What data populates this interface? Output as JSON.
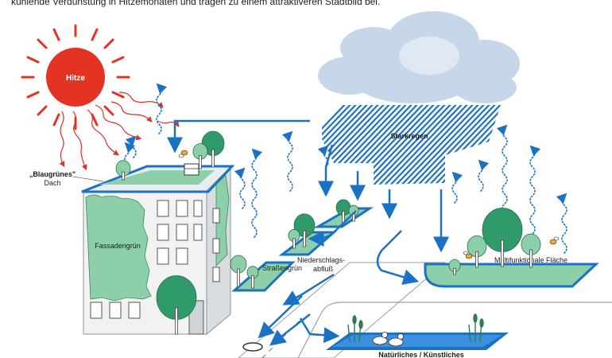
{
  "caption": "kühlende Verdunstung in Hitzemonaten und tragen zu einem attraktiveren Stadtbild bei.",
  "labels": {
    "hitze": "Hitze",
    "dach_line1": "„Blaugrünes\"",
    "dach_line2": "Dach",
    "fassade": "Fassadengrün",
    "starkregen": "Starkregen",
    "strassengruen": "Straßengrün",
    "abfluss_line1": "Niederschlags-",
    "abfluss_line2": "abfluß",
    "multi": "Multifunktionale Fläche",
    "gewaesser": "Natürliches / Künstliches"
  },
  "colors": {
    "sun": "#e53323",
    "water_blue": "#1b72c4",
    "cloud": "#c7d7ea",
    "green_light": "#8ccfa8",
    "green_dark": "#2f9a6a",
    "building": "#f0f0f0",
    "ray_red": "#d9342b"
  },
  "icons": [
    "sun-icon",
    "cloud-icon",
    "tree-icon",
    "bee-icon",
    "duck-icon",
    "reed-icon",
    "manhole-icon"
  ]
}
